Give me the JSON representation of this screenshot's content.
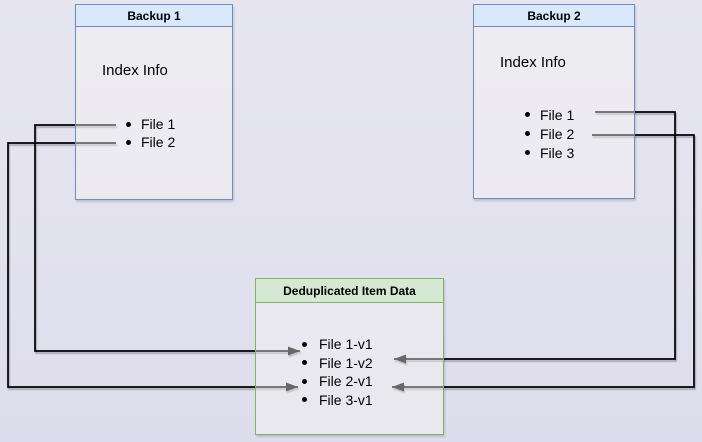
{
  "diagram": {
    "backup1": {
      "title": "Backup 1",
      "subtitle": "Index Info",
      "items": [
        "File 1",
        "File 2"
      ]
    },
    "backup2": {
      "title": "Backup 2",
      "subtitle": "Index Info",
      "items": [
        "File 1",
        "File 2",
        "File 3"
      ]
    },
    "dedup": {
      "title": "Deduplicated Item Data",
      "items": [
        "File 1-v1",
        "File 1-v2",
        "File 2-v1",
        "File 3-v1"
      ]
    },
    "connections": [
      {
        "from": "Backup 1 / File 1",
        "to": "File 1-v1"
      },
      {
        "from": "Backup 1 / File 2",
        "to": "File 2-v1"
      },
      {
        "from": "Backup 2 / File 1",
        "to": "File 1-v2"
      },
      {
        "from": "Backup 2 / File 2",
        "to": "File 2-v1"
      }
    ],
    "colors": {
      "background": "#e3e2ee",
      "blue_fill": "#dae8fc",
      "blue_border": "#6c8ebf",
      "green_fill": "#d5e8d4",
      "green_border": "#82b366",
      "arrow": "#000000"
    }
  }
}
